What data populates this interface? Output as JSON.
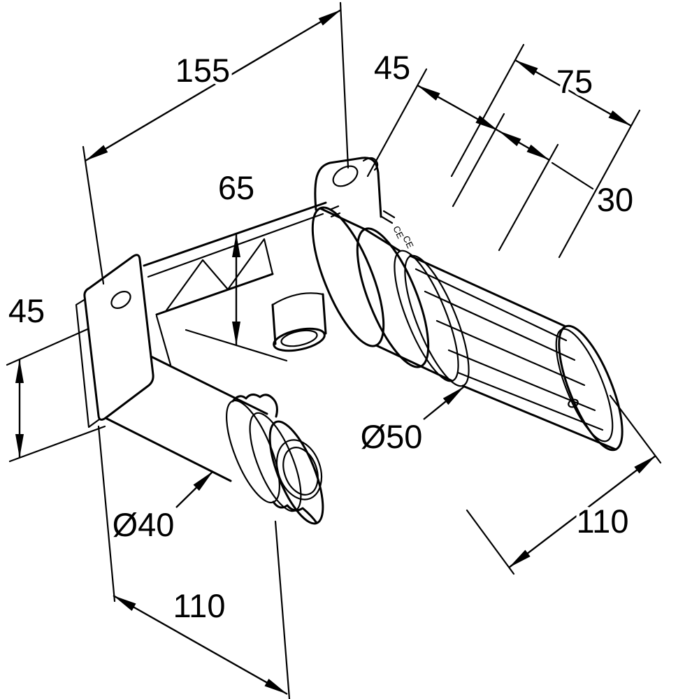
{
  "drawing": {
    "background": "#ffffff",
    "line_color": "#000000",
    "body_marking": "CE",
    "dimensions": {
      "top_width": "155",
      "top_small": "45",
      "top_overall": "75",
      "top_offset": "30",
      "center_height": "65",
      "left_height": "45",
      "valve_diameter": "Ø50",
      "nut_diameter": "Ø40",
      "right_depth": "110",
      "bottom_depth": "110"
    }
  }
}
